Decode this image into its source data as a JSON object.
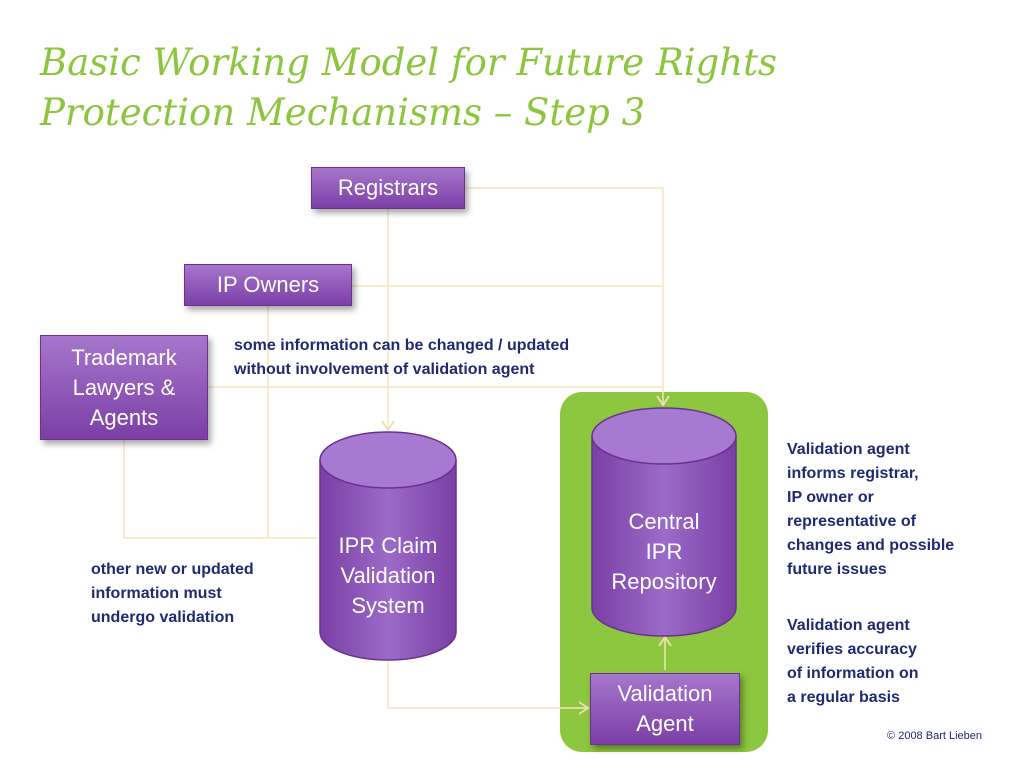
{
  "title": {
    "line1": "Basic Working Model for Future Rights",
    "line2": "Protection Mechanisms – Step 3"
  },
  "nodes": {
    "registrars": "Registrars",
    "ip_owners": "IP Owners",
    "trademark_lawyers": [
      "Trademark",
      "Lawyers &",
      "Agents"
    ],
    "ipr_claim": [
      "IPR Claim",
      "Validation",
      "System"
    ],
    "central_repo": [
      "Central",
      "IPR",
      "Repository"
    ],
    "validation_agent": [
      "Validation",
      "Agent"
    ]
  },
  "notes": {
    "some_info": [
      "some information can be changed / updated",
      "without involvement of validation agent"
    ],
    "other_info": [
      "other new or updated",
      "information must",
      "undergo validation"
    ],
    "agent_informs": [
      "Validation agent",
      "informs registrar,",
      "IP owner or",
      "representative of",
      "changes and possible",
      "future issues"
    ],
    "agent_verifies": [
      "Validation agent",
      "verifies accuracy",
      "of information on",
      "a regular basis"
    ]
  },
  "copyright": "© 2008 Bart Lieben",
  "colors": {
    "accent_green": "#8cc63f",
    "box_purple": "#8e53b5",
    "note_navy": "#1f2a70",
    "connector": "#f5e6b8"
  }
}
